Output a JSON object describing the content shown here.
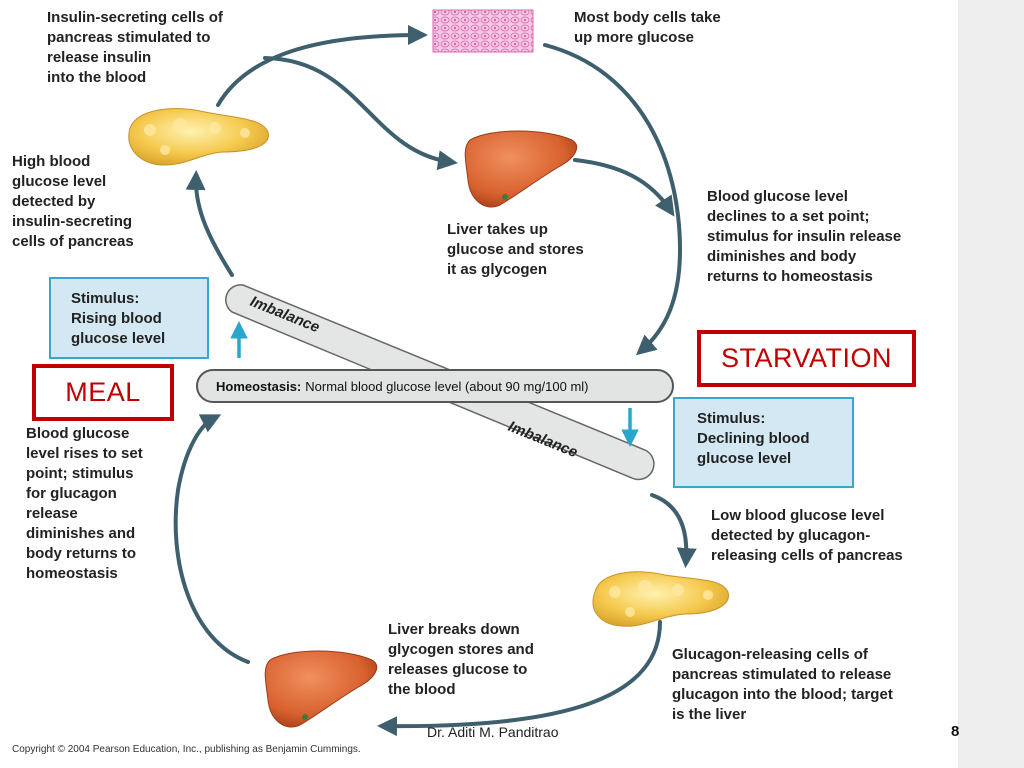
{
  "labels": {
    "insulin_secreting": "Insulin-secreting cells of\npancreas stimulated to\nrelease insulin\ninto the blood",
    "body_cells": "Most body cells take\nup more glucose",
    "high_blood": "High blood\nglucose level\ndetected by\ninsulin-secreting\ncells of pancreas",
    "liver_takes_up": "Liver takes up\nglucose and stores\nit as glycogen",
    "declines": "Blood glucose level\ndeclines to a set point;\nstimulus for insulin release\ndiminishes and body\nreturns to homeostasis",
    "rises": "Blood glucose\nlevel rises to set\npoint; stimulus\nfor glucagon\nrelease\ndiminishes and\nbody returns to\nhomeostasis",
    "low_blood": "Low blood glucose level\ndetected by glucagon-\nreleasing cells of pancreas",
    "liver_breaks": "Liver breaks down\nglycogen stores and\nreleases glucose to\nthe blood",
    "glucagon_releasing": "Glucagon-releasing cells of\npancreas stimulated to release\nglucagon into the blood; target\nis the liver"
  },
  "stimulus_rising": "Stimulus:\nRising blood\nglucose level",
  "stimulus_declining": "Stimulus:\nDeclining blood\nglucose level",
  "homeostasis": {
    "label": "Homeostasis:",
    "text": "Normal blood glucose level (about 90 mg/100 ml)"
  },
  "imbalance_top": "Imbalance",
  "imbalance_bottom": "Imbalance",
  "meal": "MEAL",
  "starvation": "STARVATION",
  "footer": {
    "author": "Dr. Aditi M. Panditrao",
    "page": "8",
    "copyright": "Copyright © 2004 Pearson Education, Inc., publishing as Benjamin Cummings."
  },
  "colors": {
    "arrow": "#3e5f6e",
    "stimulus_arrow": "#2aa6cc",
    "stimulus_fill": "#d3e8f2",
    "stimulus_border": "#35a9cc",
    "red_box": "#c00000",
    "liver": "#d8612f",
    "pancreas": "#f5c94e",
    "tissue": "#e58fc4"
  },
  "icons": [
    "pancreas-illustration",
    "liver-illustration",
    "body-cells-tissue"
  ]
}
